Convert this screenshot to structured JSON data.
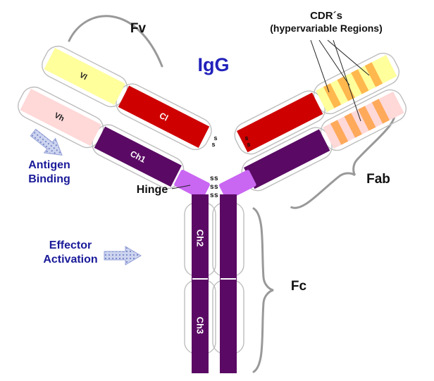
{
  "title": "IgG",
  "regions": {
    "fv": "Fv",
    "fab": "Fab",
    "fc": "Fc",
    "hinge": "Hinge",
    "cdr_title": "CDR´s",
    "cdr_subtitle": "(hypervariable Regions)"
  },
  "annotations": {
    "antigen_line1": "Antigen",
    "antigen_line2": "Binding",
    "effector_line1": "Effector",
    "effector_line2": "Activation"
  },
  "domains": {
    "vl": "Vl",
    "vh": "Vh",
    "cl": "Cl",
    "ch1": "Ch1",
    "ch2": "Ch2",
    "ch3": "Ch3"
  },
  "bonds": {
    "disulfide_pair": "ss",
    "disulfide_single": "s"
  },
  "colors": {
    "variable_light_fill": "#FFFF9C",
    "variable_heavy_fill": "#FFD8D8",
    "constant_light_fill": "#CE0000",
    "constant_heavy_fill": "#5A0A64",
    "hinge_fill": "#C966F2",
    "cdr_stripe_on_yellow": "#FFB84D",
    "cdr_stripe_on_pink": "#FFA95A",
    "title_blue": "#2222BB",
    "annotation_blue": "#1A1A99",
    "brace_gray": "#999999",
    "arrow_fill": "#CDD4EF",
    "arrow_dot": "#7485C6"
  }
}
